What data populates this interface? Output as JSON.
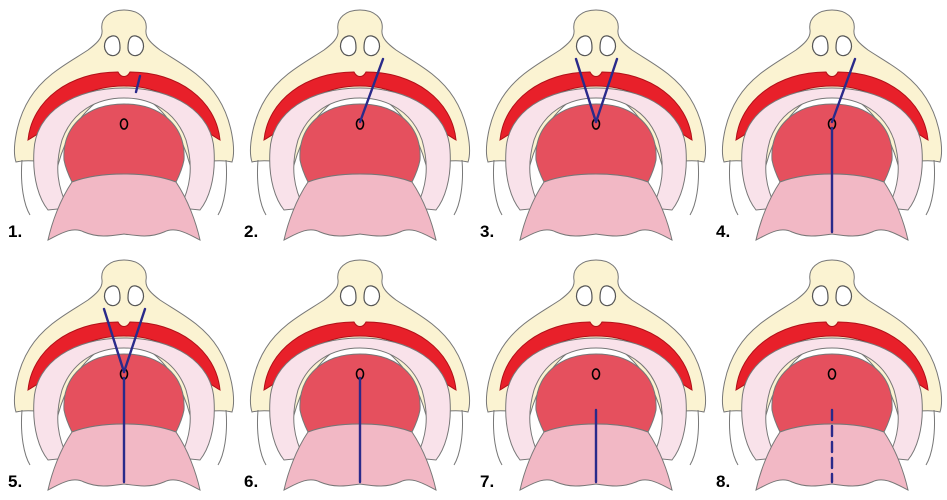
{
  "panels": [
    {
      "label": "1.",
      "lines": [
        [
          136,
          92,
          140,
          76
        ]
      ],
      "dashed": false
    },
    {
      "label": "2.",
      "lines": [
        [
          124,
          122,
          147,
          59
        ]
      ],
      "dashed": false
    },
    {
      "label": "3.",
      "lines": [
        [
          124,
          122,
          104,
          59
        ],
        [
          124,
          122,
          145,
          59
        ]
      ],
      "dashed": false
    },
    {
      "label": "4.",
      "lines": [
        [
          124,
          122,
          147,
          59
        ],
        [
          124,
          128,
          124,
          232
        ]
      ],
      "dashed": false
    },
    {
      "label": "5.",
      "lines": [
        [
          124,
          122,
          104,
          59
        ],
        [
          124,
          122,
          145,
          59
        ],
        [
          124,
          128,
          124,
          232
        ]
      ],
      "dashed": false
    },
    {
      "label": "6.",
      "lines": [
        [
          124,
          128,
          124,
          232
        ]
      ],
      "dashed": false
    },
    {
      "label": "7.",
      "lines": [
        [
          124,
          160,
          124,
          232
        ]
      ],
      "dashed": false
    },
    {
      "label": "8.",
      "lines": [
        [
          124,
          160,
          124,
          232
        ]
      ],
      "dashed": true
    }
  ],
  "colors": {
    "nose": "#fbf3d2",
    "lip": "#e8202a",
    "gum": "#f9e2ea",
    "palate": "#e5505e",
    "soft_palate": "#f2b8c5",
    "incision": "#2a2a8a",
    "outline": "#777777"
  }
}
